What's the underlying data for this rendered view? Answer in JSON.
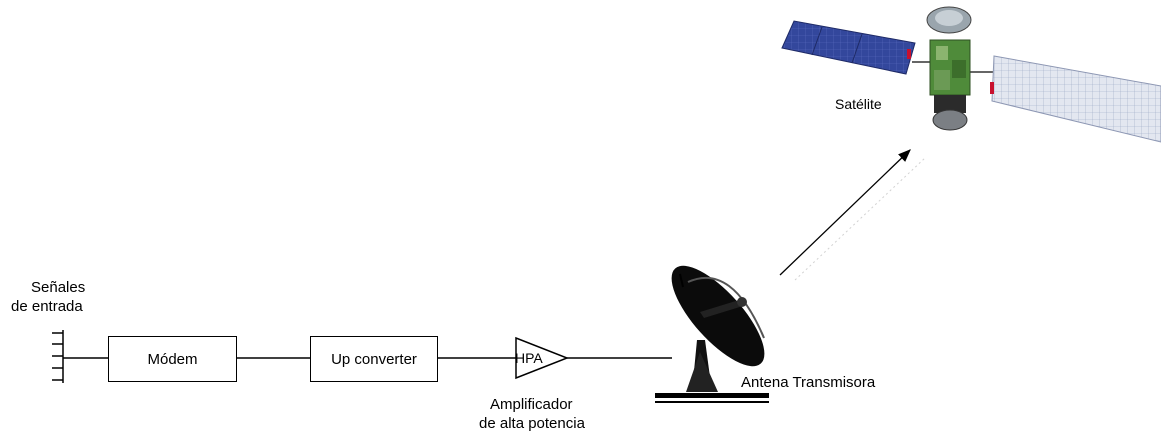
{
  "diagram": {
    "input_signals_label_line1": "Señales",
    "input_signals_label_line2": "de entrada",
    "modem_label": "Módem",
    "upconverter_label": "Up converter",
    "hpa_symbol_label": "HPA",
    "hpa_caption_line1": "Amplificador",
    "hpa_caption_line2": "de alta potencia",
    "antenna_label": "Antena Transmisora",
    "satellite_label": "Satélite"
  },
  "colors": {
    "line": "#000000",
    "panel_blue": "#3a4c9e",
    "panel_light": "#dfe4ee",
    "body_green": "#4f8b3a",
    "body_gray": "#7b7f84"
  }
}
